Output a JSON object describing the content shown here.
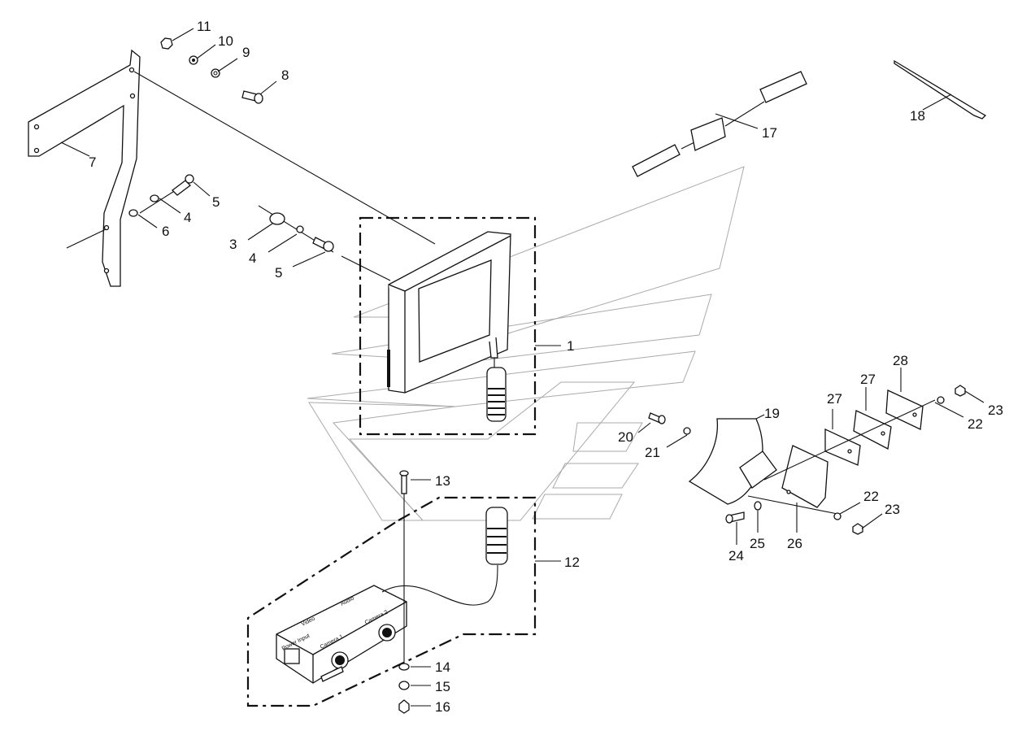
{
  "callouts": {
    "c1": "1",
    "c3": "3",
    "c4a": "4",
    "c4b": "4",
    "c5a": "5",
    "c5b": "5",
    "c6": "6",
    "c7": "7",
    "c8": "8",
    "c9": "9",
    "c10": "10",
    "c11": "11",
    "c12": "12",
    "c13": "13",
    "c14": "14",
    "c15": "15",
    "c16": "16",
    "c17": "17",
    "c18": "18",
    "c19": "19",
    "c20": "20",
    "c21": "21",
    "c22a": "22",
    "c22b": "22",
    "c23a": "23",
    "c23b": "23",
    "c24": "24",
    "c25": "25",
    "c26": "26",
    "c27a": "27",
    "c27b": "27",
    "c28": "28"
  },
  "control_box_labels": {
    "video": "Video",
    "audio": "Audio",
    "power_input": "Power Input",
    "camera1": "Camera 1",
    "camera2": "Camera 2"
  },
  "colors": {
    "line": "#111111",
    "watermark": "#aaaaaa",
    "background": "#ffffff"
  }
}
